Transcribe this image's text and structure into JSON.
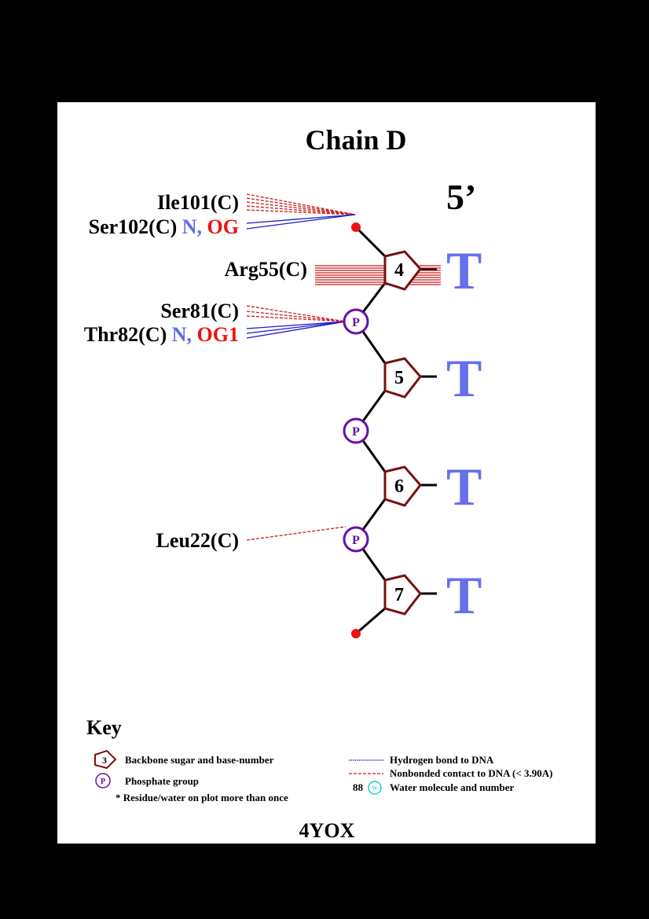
{
  "title": "Chain D",
  "five_prime_label": "5’",
  "footer_id": "4YOX",
  "residues": [
    {
      "index": 0,
      "number": "4",
      "base": "T"
    },
    {
      "index": 1,
      "number": "5",
      "base": "T"
    },
    {
      "index": 2,
      "number": "6",
      "base": "T"
    },
    {
      "index": 3,
      "number": "7",
      "base": "T"
    }
  ],
  "phosphate_label": "P",
  "contacts": [
    {
      "name": "Ile101(C)",
      "atoms": []
    },
    {
      "name": "Ser102(C)",
      "atoms": [
        {
          "text": "N,",
          "type": "hbond"
        },
        {
          "text": "OG",
          "type": "nonbonded"
        }
      ]
    },
    {
      "name": "Arg55(C)",
      "atoms": []
    },
    {
      "name": "Ser81(C)",
      "atoms": []
    },
    {
      "name": "Thr82(C)",
      "atoms": [
        {
          "text": "N,",
          "type": "hbond"
        },
        {
          "text": "OG1",
          "type": "nonbonded"
        }
      ]
    },
    {
      "name": "Leu22(C)",
      "atoms": []
    }
  ],
  "key": {
    "title": "Key",
    "sugar_sample": "3",
    "sugar_label": "Backbone sugar and base-number",
    "phosphate_sample": "P",
    "phosphate_label": "Phosphate group",
    "repeat_note": "* Residue/water on plot more than once",
    "hbond_label": "Hydrogen bond to DNA",
    "nonbonded_label": "Nonbonded contact to DNA (< 3.90A)",
    "water_number": "88",
    "water_sample": "W",
    "water_label": "Water molecule and number"
  },
  "colors": {
    "sugar": "#7a1010",
    "phosphate": "#6a0dad",
    "base": "#6670ee",
    "hbond": "#1a1acc",
    "nonbonded": "#cc1a1a",
    "terminus": "#ee1111",
    "water": "#22cccc"
  }
}
